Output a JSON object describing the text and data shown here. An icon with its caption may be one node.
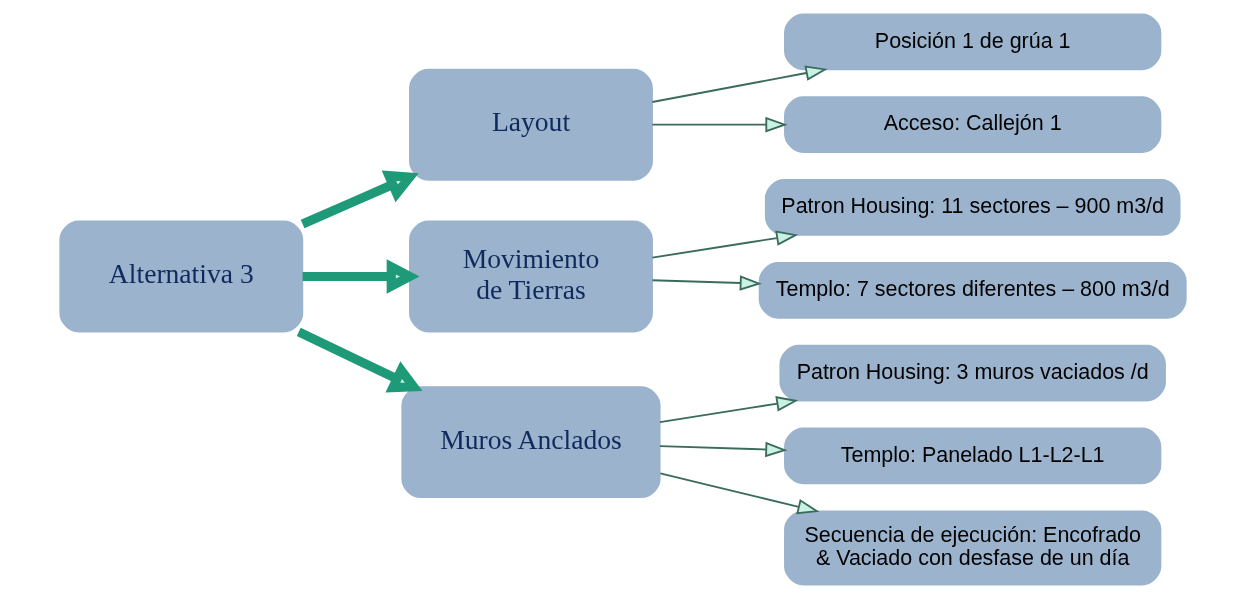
{
  "diagram": {
    "nodes": [
      {
        "text": [
          "Alternativa 3"
        ]
      },
      {
        "text": [
          "Layout"
        ]
      },
      {
        "text": [
          "Movimiento de Tierras"
        ]
      },
      {
        "text": [
          "Muros Anclados"
        ]
      },
      {
        "text": [
          "Posición 1 de grúa 1"
        ]
      },
      {
        "text": [
          "Acceso: Callejón 1"
        ]
      },
      {
        "text": [
          "Patron Housing: 11 sectores – 900 m3/d"
        ]
      },
      {
        "text": [
          "Templo: 7 sectores diferentes – 800 m3/d"
        ]
      },
      {
        "text": [
          "Patron Housing: 3 muros vaciados /d"
        ]
      },
      {
        "text": [
          "Templo: Panelado L1-L2-L1"
        ]
      },
      {
        "text": [
          "Secuencia de ejecución: Encofrado & Vaciado con desfase de un día"
        ]
      }
    ],
    "edges": [
      {
        "from": 0,
        "to": 1,
        "arrow": "to",
        "style": "thick",
        "color": "#1e9a78"
      },
      {
        "from": 0,
        "to": 2,
        "arrow": "to",
        "style": "thick",
        "color": "#1e9a78"
      },
      {
        "from": 0,
        "to": 3,
        "arrow": "to",
        "style": "thick",
        "color": "#1e9a78"
      },
      {
        "from": 1,
        "to": 4,
        "arrow": "to"
      },
      {
        "from": 1,
        "to": 5,
        "arrow": "to"
      },
      {
        "from": 2,
        "to": 6,
        "arrow": "to"
      },
      {
        "from": 2,
        "to": 7,
        "arrow": "to"
      },
      {
        "from": 3,
        "to": 8,
        "arrow": "to"
      },
      {
        "from": 3,
        "to": 9,
        "arrow": "to"
      },
      {
        "from": 3,
        "to": 10,
        "arrow": "to"
      }
    ]
  }
}
